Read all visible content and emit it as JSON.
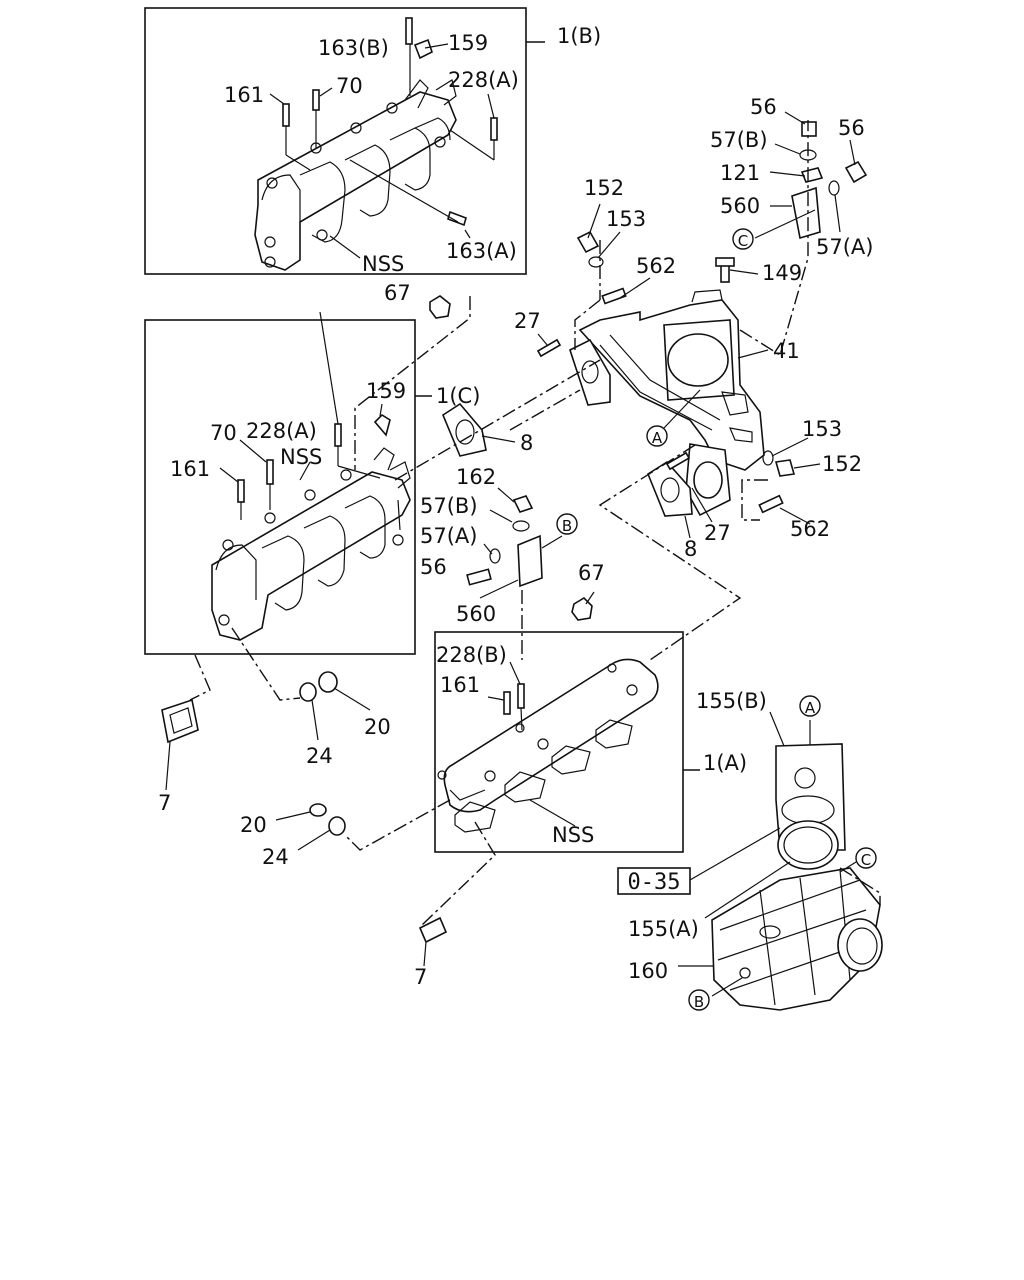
{
  "labels": {
    "l_1b": "1(B)",
    "l_163b": "163(B)",
    "l_159a": "159",
    "l_228a_top": "228(A)",
    "l_161a": "161",
    "l_70a": "70",
    "l_163a": "163(A)",
    "l_nss_top": "NSS",
    "l_56a": "56",
    "l_57b_top": "57(B)",
    "l_56b": "56",
    "l_121": "121",
    "l_560_top": "560",
    "l_57a_top": "57(A)",
    "l_152_top": "152",
    "l_153_top": "153",
    "l_562_top": "562",
    "l_149": "149",
    "l_67_top": "67",
    "l_27_top": "27",
    "l_41": "41",
    "l_1c": "1(C)",
    "l_159b": "159",
    "l_228a_mid": "228(A)",
    "l_70b": "70",
    "l_nss_mid": "NSS",
    "l_161b": "161",
    "l_8_top": "8",
    "l_153_right": "153",
    "l_152_right": "152",
    "l_162": "162",
    "l_57b_mid": "57(B)",
    "l_57a_mid": "57(A)",
    "l_56_mid": "56",
    "l_560_mid": "560",
    "l_8_mid": "8",
    "l_27_mid": "27",
    "l_562_right": "562",
    "l_67_mid": "67",
    "l_228b": "228(B)",
    "l_161c": "161",
    "l_20_right": "20",
    "l_24_right": "24",
    "l_7_left": "7",
    "l_1a": "1(A)",
    "l_155b": "155(B)",
    "l_nss_bottom": "NSS",
    "l_20_bottom": "20",
    "l_24_bottom": "24",
    "l_035": "0-35",
    "l_155a": "155(A)",
    "l_160": "160",
    "l_7_bottom": "7"
  },
  "callouts": {
    "c_top": "C",
    "a_mid": "A",
    "b_mid": "B",
    "a_right": "A",
    "c_right": "C",
    "b_bottom": "B"
  }
}
